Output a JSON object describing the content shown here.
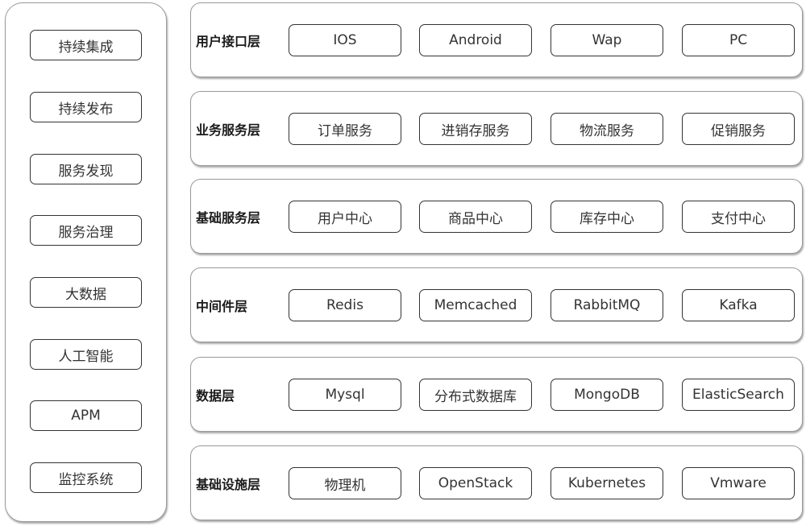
{
  "sidebar": {
    "items": [
      {
        "label": "持续集成"
      },
      {
        "label": "持续发布"
      },
      {
        "label": "服务发现"
      },
      {
        "label": "服务治理"
      },
      {
        "label": "大数据"
      },
      {
        "label": "人工智能"
      },
      {
        "label": "APM"
      },
      {
        "label": "监控系统"
      }
    ]
  },
  "layers": [
    {
      "title": "用户接口层",
      "items": [
        "IOS",
        "Android",
        "Wap",
        "PC"
      ]
    },
    {
      "title": "业务服务层",
      "items": [
        "订单服务",
        "进销存服务",
        "物流服务",
        "促销服务"
      ]
    },
    {
      "title": "基础服务层",
      "items": [
        "用户中心",
        "商品中心",
        "库存中心",
        "支付中心"
      ]
    },
    {
      "title": "中间件层",
      "items": [
        "Redis",
        "Memcached",
        "RabbitMQ",
        "Kafka"
      ]
    },
    {
      "title": "数据层",
      "items": [
        "Mysql",
        "分布式数据库",
        "MongoDB",
        "ElasticSearch"
      ]
    },
    {
      "title": "基础设施层",
      "items": [
        "物理机",
        "OpenStack",
        "Kubernetes",
        "Vmware"
      ]
    }
  ]
}
